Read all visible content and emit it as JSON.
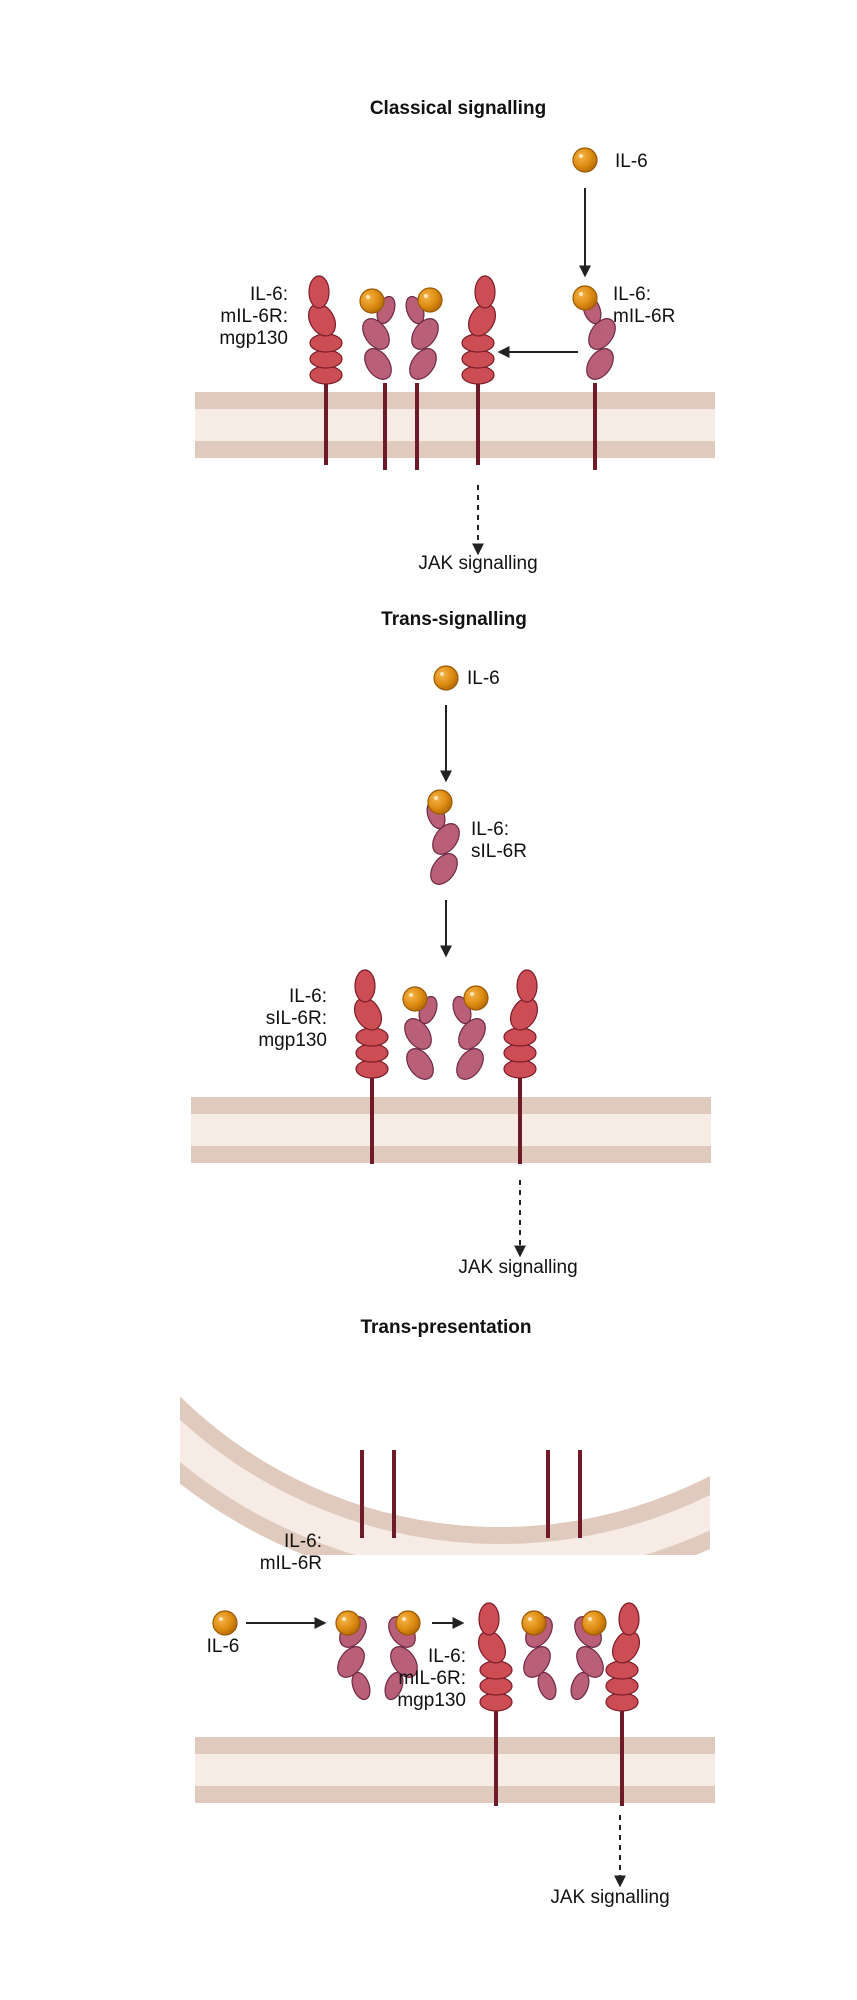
{
  "panels": {
    "classical": {
      "title": "Classical signalling",
      "il6": "IL-6",
      "complex_line1": "IL-6:",
      "complex_line2": "mIL-6R:",
      "complex_line3": "mgp130",
      "bound_line1": "IL-6:",
      "bound_line2": "mIL-6R",
      "jak": "JAK signalling"
    },
    "trans_signalling": {
      "title": "Trans-signalling",
      "il6": "IL-6",
      "soluble_line1": "IL-6:",
      "soluble_line2": "sIL-6R",
      "complex_line1": "IL-6:",
      "complex_line2": "sIL-6R:",
      "complex_line3": "mgp130",
      "jak": "JAK signalling"
    },
    "trans_presentation": {
      "title": "Trans-presentation",
      "presenter_line1": "IL-6:",
      "presenter_line2": "mIL-6R",
      "il6": "IL-6",
      "complex_line1": "IL-6:",
      "complex_line2": "mIL-6R:",
      "complex_line3": "mgp130",
      "jak": "JAK signalling"
    }
  },
  "colors": {
    "gp130": "#cc4e54",
    "il6r": "#b96078",
    "il6": "#dc8a10",
    "stalk": "#6e1a28",
    "membrane_outer": "#e0cabd",
    "membrane_inner": "#f6ebe5",
    "arrow": "#222222"
  }
}
